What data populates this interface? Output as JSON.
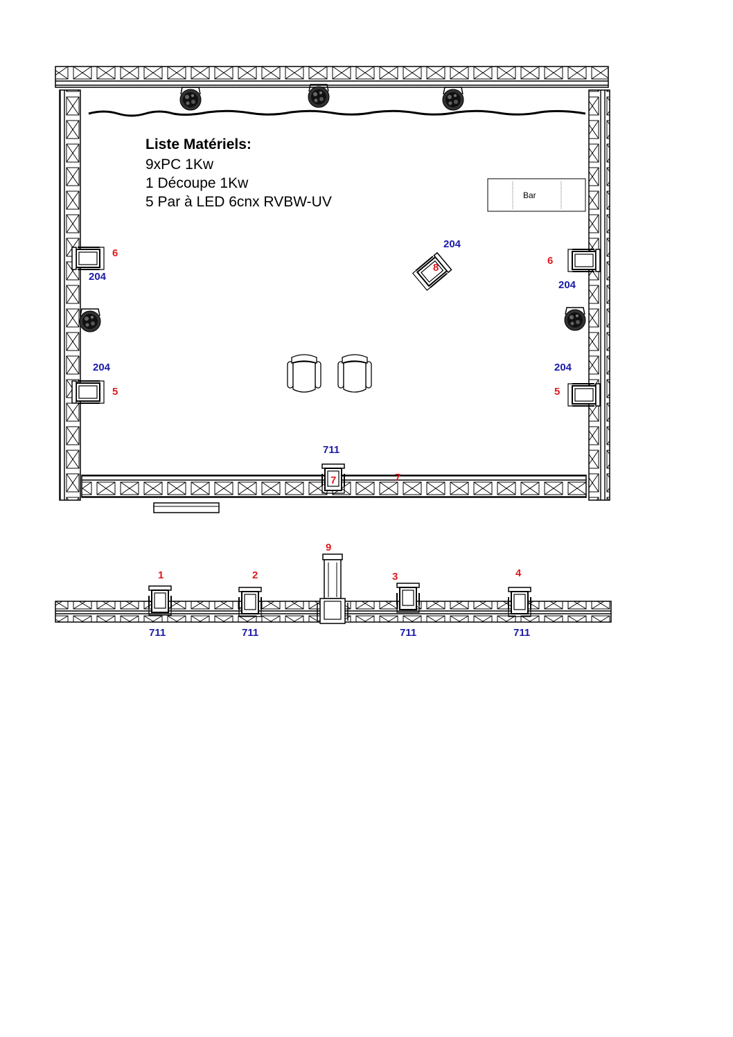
{
  "legend": {
    "title": "Liste Matériels:",
    "items": [
      "9xPC 1Kw",
      "1 Découpe 1Kw",
      "5 Par à LED 6cnx RVBW-UV"
    ]
  },
  "bar_label": "Bar",
  "colors": {
    "channel": "#e0191f",
    "gel": "#1a1aa8",
    "line": "#000000"
  },
  "fixtures_plan": [
    {
      "id": "left-upper-pc",
      "channel": "6",
      "gel": "204"
    },
    {
      "id": "right-upper-pc",
      "channel": "6",
      "gel": "204"
    },
    {
      "id": "center-angled-pc",
      "channel": "8",
      "gel": "204"
    },
    {
      "id": "left-lower-pc",
      "channel": "5",
      "gel": "204"
    },
    {
      "id": "right-lower-pc",
      "channel": "5",
      "gel": "204"
    },
    {
      "id": "front-truss-pc",
      "channel": "7",
      "gel": "711",
      "extra_channel": "7"
    }
  ],
  "fixtures_elevation": [
    {
      "id": "elev-1",
      "channel": "1",
      "gel": "711"
    },
    {
      "id": "elev-2",
      "channel": "2",
      "gel": "711"
    },
    {
      "id": "elev-9",
      "channel": "9",
      "gel": ""
    },
    {
      "id": "elev-3",
      "channel": "3",
      "gel": "711"
    },
    {
      "id": "elev-4",
      "channel": "4",
      "gel": "711"
    }
  ],
  "icons": [
    "truss",
    "par-can-icon",
    "pc-fresnel-icon",
    "profile-spot-icon",
    "armchair-icon",
    "curtain-line",
    "bar-counter"
  ]
}
